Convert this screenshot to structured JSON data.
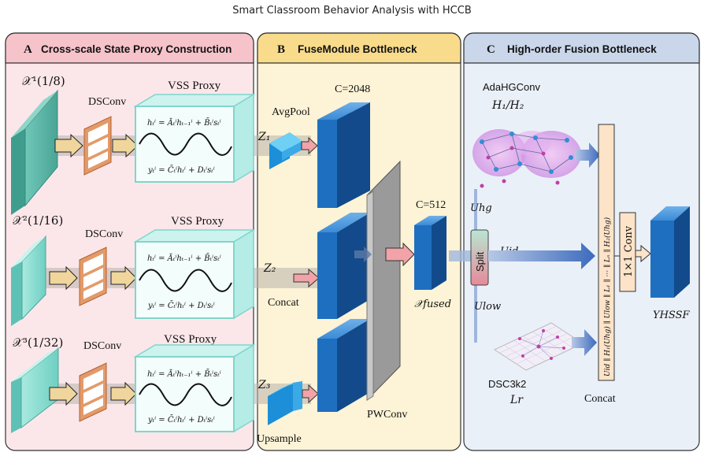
{
  "title": "Smart Classroom Behavior Analysis with HCCB",
  "panels": {
    "a": {
      "letter": "A",
      "title": "Cross-scale State Proxy Construction"
    },
    "b": {
      "letter": "B",
      "title": "FuseModule Bottleneck"
    },
    "c": {
      "letter": "C",
      "title": "High-order Fusion Bottleneck"
    }
  },
  "rows": [
    {
      "input_label": "𝒳¹(1/8)",
      "conv": "DSConv",
      "proxy": "VSS Proxy",
      "z": "Z₁",
      "op": "AvgPool"
    },
    {
      "input_label": "𝒳²(1/16)",
      "conv": "DSConv",
      "proxy": "VSS Proxy",
      "z": "Z₂",
      "op": "Concat"
    },
    {
      "input_label": "𝒳³(1/32)",
      "conv": "DSConv",
      "proxy": "VSS Proxy",
      "z": "Z₃",
      "op": "Upsample"
    }
  ],
  "equations": {
    "state": "hₜⁱ = Āₜⁱhₜ₋₁ⁱ + B̄ₜⁱsₜⁱ",
    "output": "yₜⁱ = C̄ₜⁱhₜⁱ + Dₜⁱsₜⁱ"
  },
  "fuse": {
    "c_top": "C=2048",
    "c_out": "C=512",
    "pwconv": "PWConv",
    "fused": "𝒳fused"
  },
  "hof": {
    "adahg": "AdaHGConv",
    "h_label": "H₁/H₂",
    "u_hg": "Uhg",
    "u_id": "Uid",
    "u_low": "Ulow",
    "split": "Split",
    "dsc": "DSC3k2",
    "lr": "Lr",
    "concat_formula": "Uid ∥ H₁(Uhg) ∥ Ulow ∥ L₁ ∥ ··· ∥ Lₙ ∥ H₂(Uhg)",
    "conv1x1": "1×1 Conv",
    "concat": "Concat",
    "output": "YHSSF"
  }
}
